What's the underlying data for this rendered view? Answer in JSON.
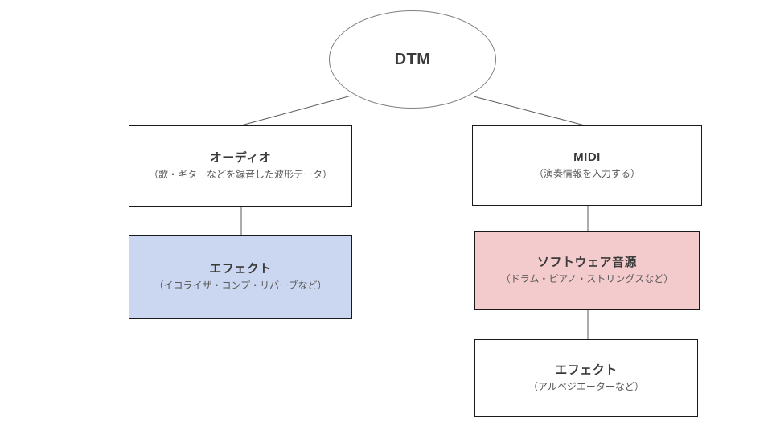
{
  "diagram": {
    "root": {
      "label": "DTM"
    },
    "nodes": [
      {
        "id": "audio",
        "label": "オーディオ",
        "sublabel": "（歌・ギターなどを録音した波形データ）"
      },
      {
        "id": "midi",
        "label": "MIDI",
        "sublabel": "（演奏情報を入力する）"
      },
      {
        "id": "effect-audio",
        "label": "エフェクト",
        "sublabel": "（イコライザ・コンプ・リバーブなど）"
      },
      {
        "id": "software-synth",
        "label": "ソフトウェア音源",
        "sublabel": "（ドラム・ピアノ・ストリングスなど）"
      },
      {
        "id": "effect-midi",
        "label": "エフェクト",
        "sublabel": "（アルペジエーターなど）"
      }
    ],
    "colors": {
      "effect_audio_fill": "#cbd7f0",
      "software_synth_fill": "#f4cbcd",
      "connector": "#595959",
      "box_border": "#1a1a1a",
      "ellipse_border": "#808080",
      "title_text": "#3a3a3a",
      "subtitle_text": "#595959"
    }
  }
}
